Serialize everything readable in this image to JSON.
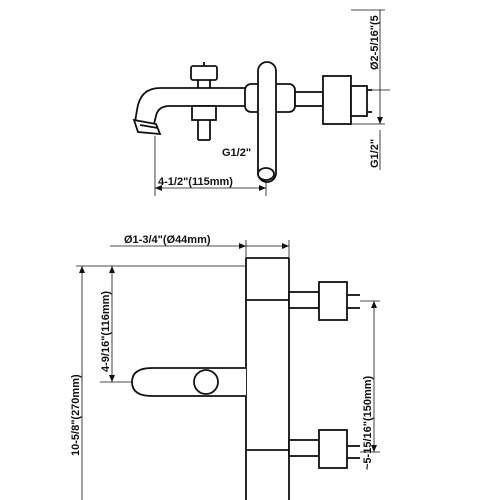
{
  "dimensions": {
    "top_right_diameter": "Ø2-5/16\"(5",
    "top_thread_bottom": "G1/2\"",
    "top_thread_right": "G1/2\"",
    "top_width": "4-1/2\"(115mm)",
    "bottom_diameter": "Ø1-3/4\"(Ø44mm)",
    "bottom_left_upper": "4-9/16\"(116mm)",
    "bottom_left_overall": "10-5/8\"(270mm)",
    "bottom_right_spacing": "~5-15/16\"(150mm)"
  }
}
